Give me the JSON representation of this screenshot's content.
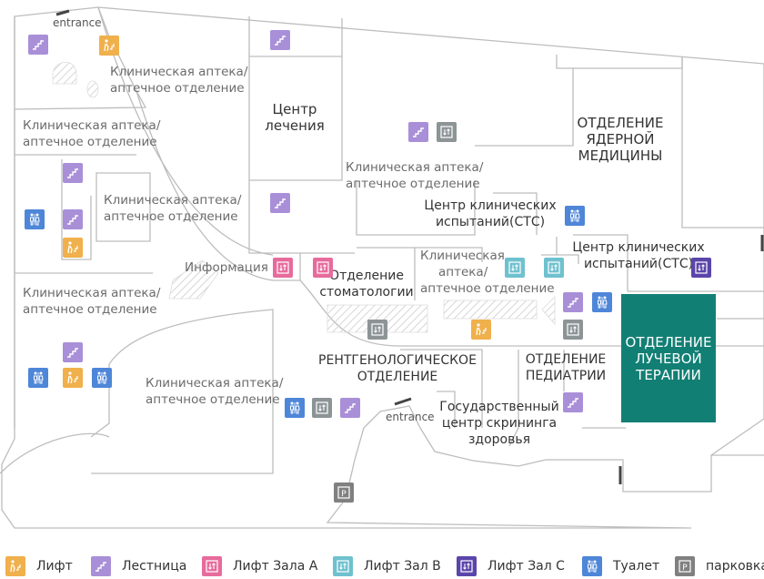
{
  "colors": {
    "elevator": "#f0b04b",
    "stairs": "#a98fd8",
    "elevator_hall_a": "#e76b9d",
    "elevator_hall_b": "#6fc1cf",
    "elevator_hall_c": "#5b45ab",
    "toilet": "#4e86d8",
    "parking": "#808080",
    "lift_gray": "#8c9496",
    "radiation_dept": "#127f74",
    "wall": "#b9b9b9"
  },
  "entrances": [
    "entrance",
    "entrance"
  ],
  "labels": {
    "pharmacy_1": [
      "Клиническая аптека/",
      "аптечное отделение"
    ],
    "pharmacy_2": [
      "Клиническая аптека/",
      "аптечное отделение"
    ],
    "pharmacy_3": [
      "Клиническая аптека/",
      "аптечное отделение"
    ],
    "pharmacy_4": [
      "Клиническая аптека/",
      "аптечное отделение"
    ],
    "pharmacy_5": [
      "Клиническая аптека/",
      "аптечное отделение"
    ],
    "pharmacy_6": [
      "Клиническая",
      "аптека/",
      "аптечное отделение"
    ],
    "pharmacy_7": [
      "Клиническая аптека/",
      "аптечное отделение"
    ],
    "treatment_center": [
      "Центр",
      "лечения"
    ],
    "nuclear": [
      "ОТДЕЛЕНИЕ",
      "ЯДЕРНОЙ",
      "МЕДИЦИНЫ"
    ],
    "clinical_trials_1": [
      "Центр клинических",
      "испытаний(СТС)"
    ],
    "clinical_trials_2": [
      "Центр клинических",
      "испытаний(СТС)"
    ],
    "information": "Информация",
    "dentistry": [
      "Отделение",
      "стоматологии"
    ],
    "radiology": [
      "РЕНТГЕНОЛОГИЧЕСКОЕ",
      "ОТДЕЛЕНИЕ"
    ],
    "pediatrics": [
      "ОТДЕЛЕНИЕ",
      "ПЕДИАТРИИ"
    ],
    "screening": [
      "Государственный",
      "центр скрининга",
      "здоровья"
    ],
    "radiation_therapy": [
      "ОТДЕЛЕНИЕ",
      "ЛУЧЕВОЙ",
      "ТЕРАПИИ"
    ]
  },
  "legend": [
    {
      "icon": "elevator-icon",
      "label": "Лифт",
      "color": "#f0b04b"
    },
    {
      "icon": "stairs-icon",
      "label": "Лестница",
      "color": "#a98fd8"
    },
    {
      "icon": "elevator-hall-a-icon",
      "label": "Лифт Зала A",
      "color": "#e76b9d"
    },
    {
      "icon": "elevator-hall-b-icon",
      "label": "Лифт Зал B",
      "color": "#6fc1cf"
    },
    {
      "icon": "elevator-hall-c-icon",
      "label": "Лифт Зал C",
      "color": "#5b45ab"
    },
    {
      "icon": "toilet-icon",
      "label": "Туалет",
      "color": "#4e86d8"
    },
    {
      "icon": "parking-icon",
      "label": "парковка",
      "color": "#808080"
    }
  ],
  "parking_letter": "P"
}
